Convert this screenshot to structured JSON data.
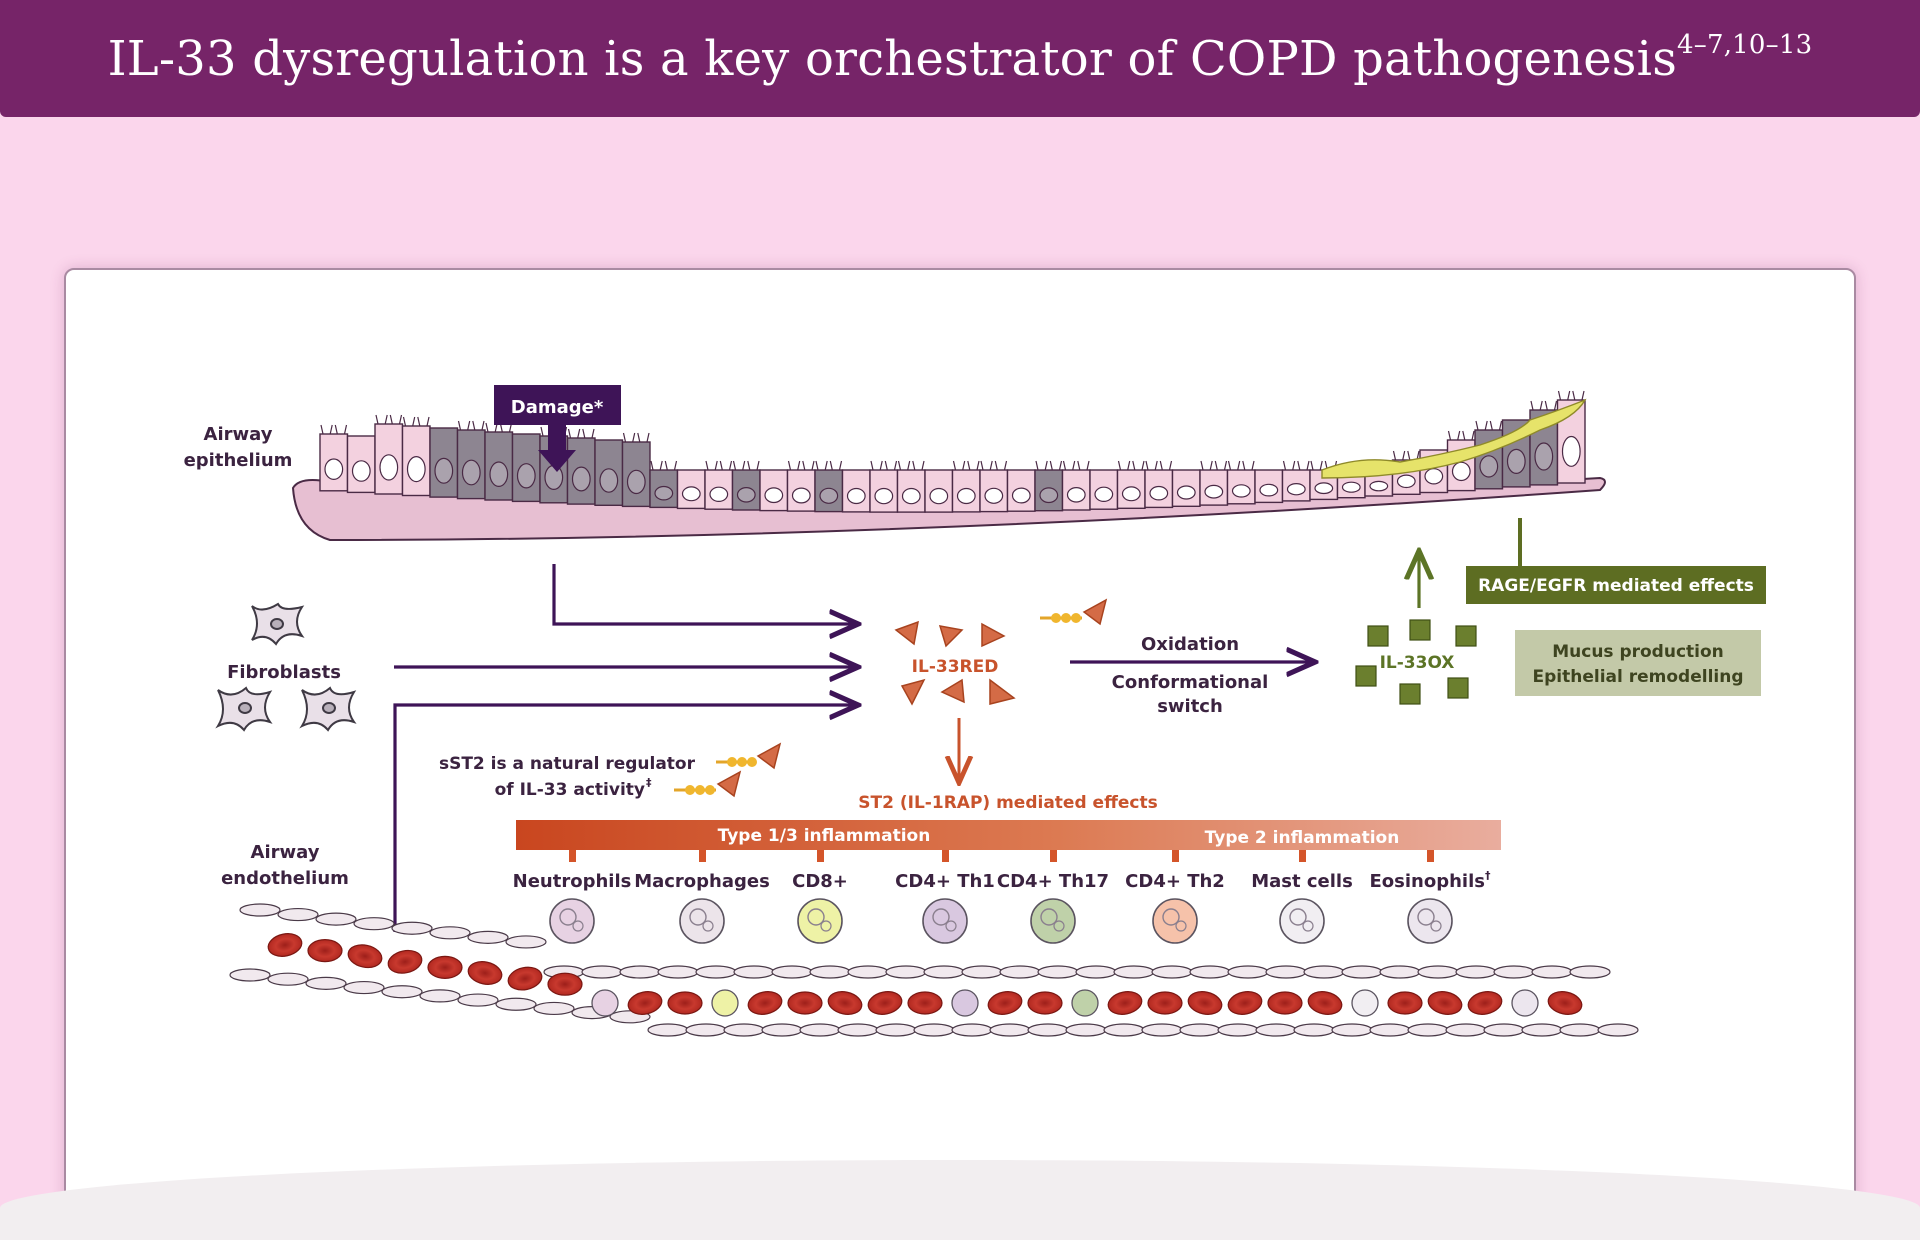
{
  "header": {
    "title": "IL-33 dysregulation is a key orchestrator of COPD pathogenesis",
    "title_refs": "4–7,10–13"
  },
  "labels": {
    "airway_epithelium_1": "Airway",
    "airway_epithelium_2": "epithelium",
    "damage": "Damage*",
    "fibroblasts": "Fibroblasts",
    "il33red": "IL-33RED",
    "oxidation": "Oxidation",
    "conformational_1": "Conformational",
    "conformational_2": "switch",
    "il33ox": "IL-33OX",
    "rage_egfr": "RAGE/EGFR mediated effects",
    "mucus_1": "Mucus production",
    "mucus_2": "Epithelial remodelling",
    "sst2_1": "sST2 is a natural regulator",
    "sst2_2": "of IL-33 activity",
    "sst2_mark": "‡",
    "st2": "ST2 (IL-1RAP) mediated effects",
    "type13": "Type 1/3 inflammation",
    "type2": "Type 2 inflammation",
    "airway_endothelium_1": "Airway",
    "airway_endothelium_2": "endothelium"
  },
  "cells": [
    {
      "label": "Neutrophils",
      "mark": "",
      "color": "#e7d2e3",
      "icon": "neutrophil-icon"
    },
    {
      "label": "Macrophages",
      "mark": "",
      "color": "#ece4ea",
      "icon": "macrophage-icon"
    },
    {
      "label": "CD8+",
      "mark": "",
      "color": "#eef2a6",
      "icon": "cd8-cell-icon"
    },
    {
      "label": "CD4+ Th1",
      "mark": "",
      "color": "#d9c8e0",
      "icon": "th1-cell-icon"
    },
    {
      "label": "CD4+ Th17",
      "mark": "",
      "color": "#bfd1a9",
      "icon": "th17-cell-icon"
    },
    {
      "label": "CD4+ Th2",
      "mark": "",
      "color": "#f6c2aa",
      "icon": "th2-cell-icon"
    },
    {
      "label": "Mast cells",
      "mark": "",
      "color": "#f1eef2",
      "icon": "mast-cell-icon"
    },
    {
      "label": "Eosinophils",
      "mark": "†",
      "color": "#ece6ee",
      "icon": "eosinophil-icon"
    }
  ],
  "colors": {
    "header": "#762468",
    "background": "#fbd6ec",
    "arrow_purple": "#3e1457",
    "il33_orange": "#c8532c",
    "il33ox_green": "#5c7426",
    "rage_box": "#5d6d22",
    "mucus_box": "#c3c9a8",
    "inflammation_dark": "#c9461f",
    "inflammation_light": "#e7a99a",
    "epithelium_pink": "#f3d1df",
    "rbc_red": "#c0332a"
  }
}
